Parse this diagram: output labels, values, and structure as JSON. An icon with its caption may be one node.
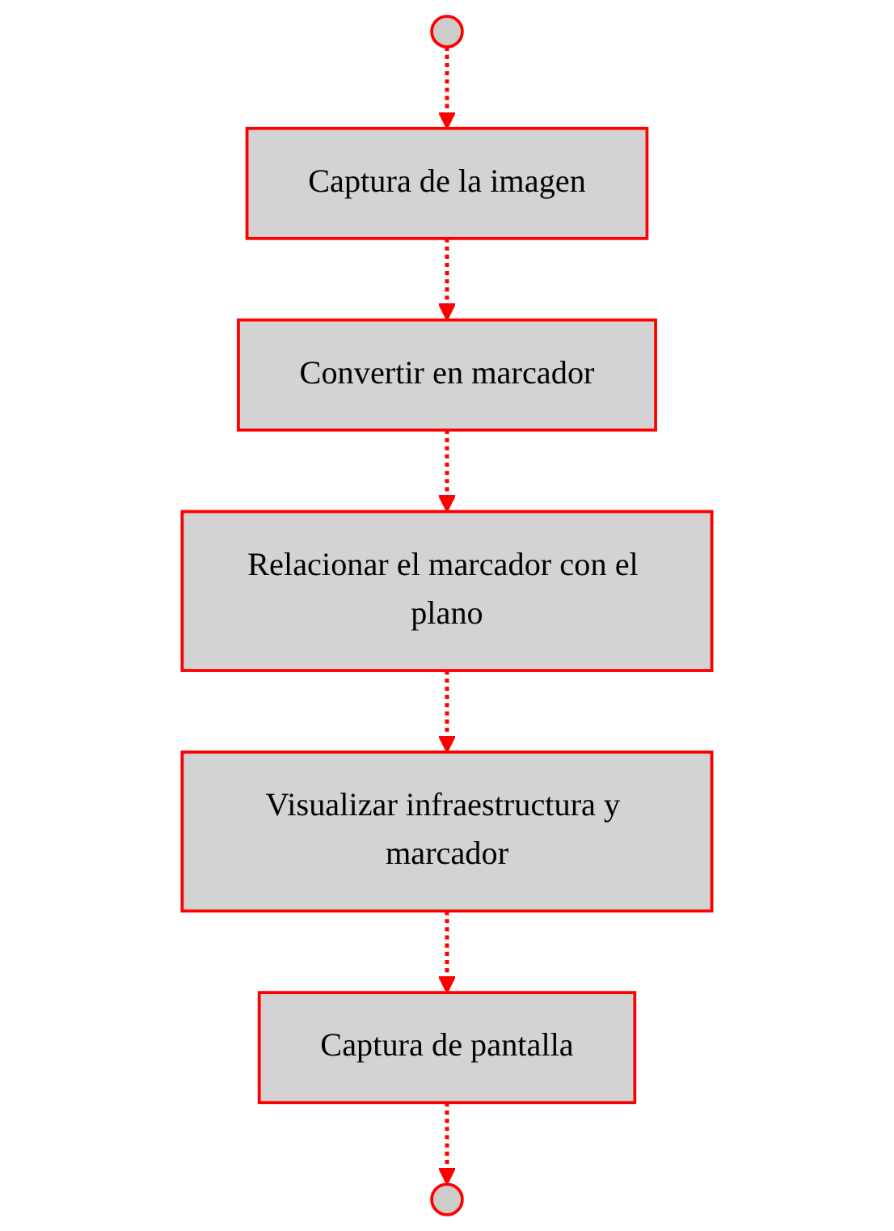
{
  "diagram": {
    "nodes": [
      {
        "text": [],
        "shape": "circle"
      },
      {
        "text": [
          "Captura de la imagen"
        ]
      },
      {
        "text": [
          "Convertir en marcador"
        ]
      },
      {
        "text": [
          "Relacionar el marcador con el plano"
        ]
      },
      {
        "text": [
          "Visualizar infraestructura y marcador"
        ]
      },
      {
        "text": [
          "Captura de pantalla"
        ]
      },
      {
        "text": [],
        "shape": "circle"
      }
    ],
    "edges": [
      {
        "from": 0,
        "to": 1,
        "arrow": "to",
        "style": "dashed",
        "color": "#ff0000"
      },
      {
        "from": 1,
        "to": 2,
        "arrow": "to",
        "style": "dashed",
        "color": "#ff0000"
      },
      {
        "from": 2,
        "to": 3,
        "arrow": "to",
        "style": "dashed",
        "color": "#ff0000"
      },
      {
        "from": 3,
        "to": 4,
        "arrow": "to",
        "style": "dashed",
        "color": "#ff0000"
      },
      {
        "from": 4,
        "to": 5,
        "arrow": "to",
        "style": "dashed",
        "color": "#ff0000"
      },
      {
        "from": 5,
        "to": 6,
        "arrow": "to",
        "style": "dashed",
        "color": "#ff0000"
      }
    ]
  }
}
